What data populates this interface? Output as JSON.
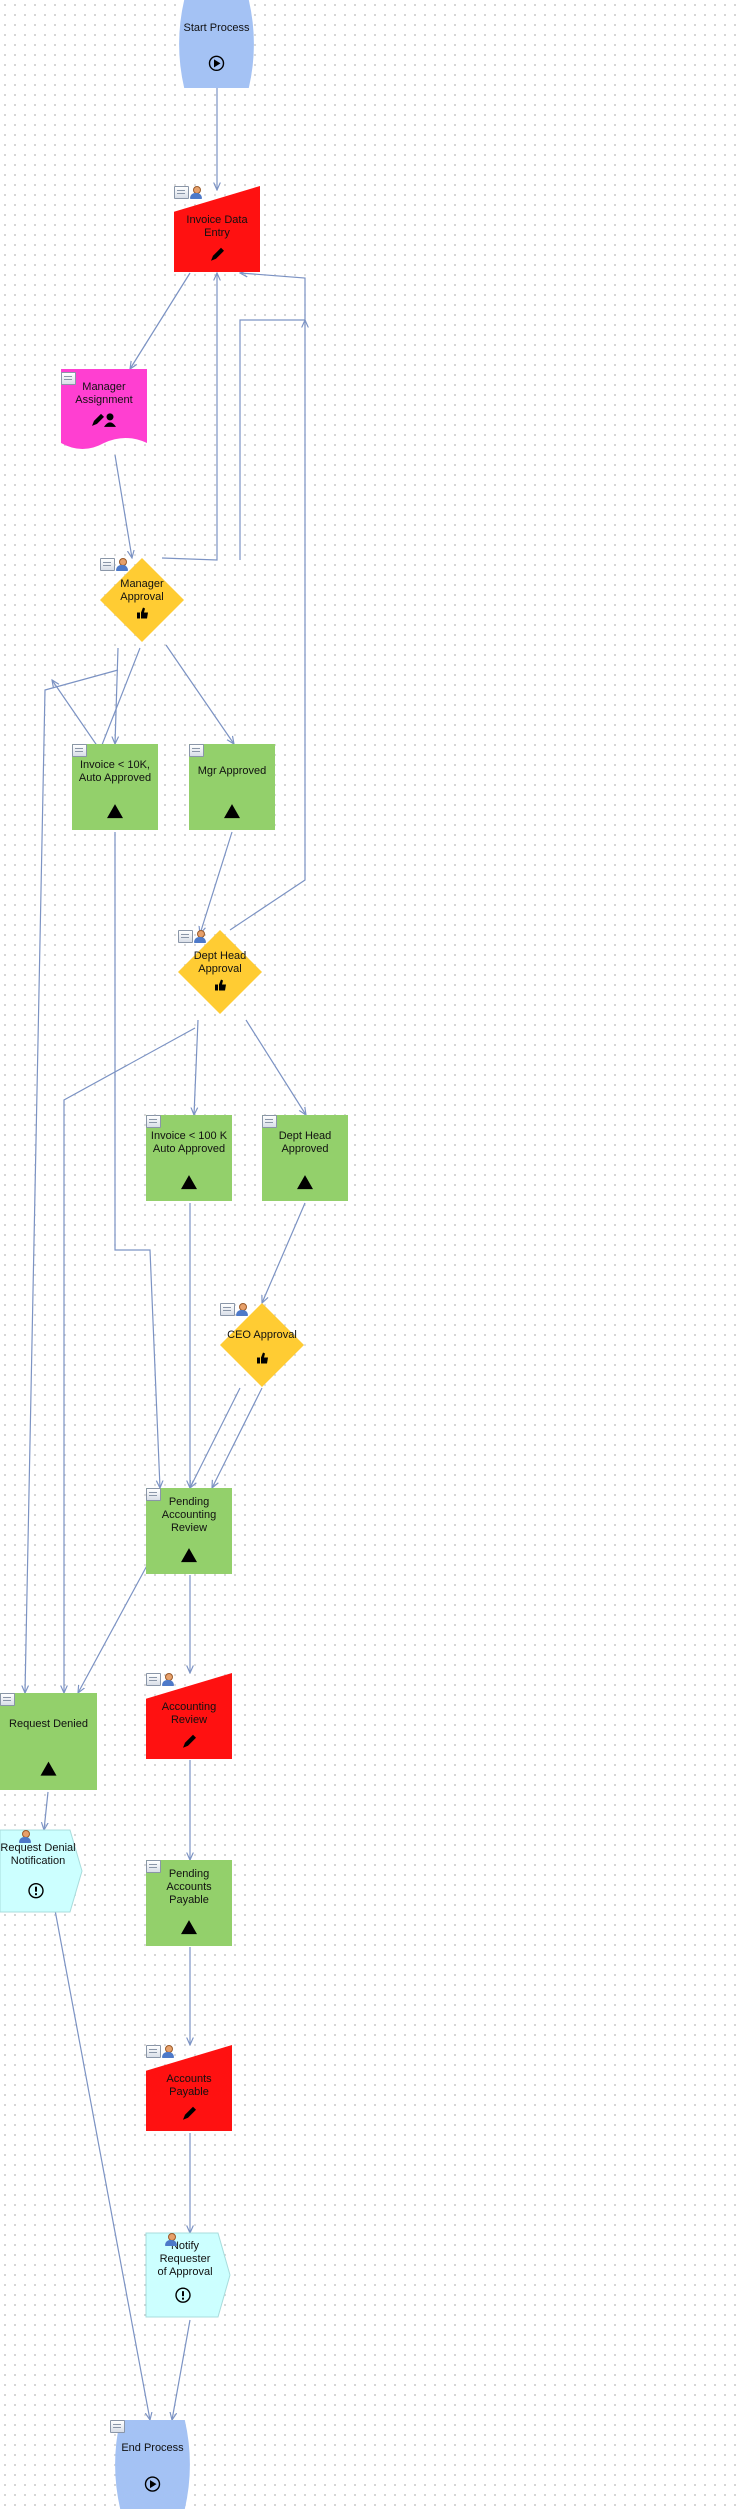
{
  "diagram": {
    "nodes": [
      {
        "id": "start",
        "label": "Start Process",
        "shape": "start",
        "icon": "play-icon"
      },
      {
        "id": "invoice",
        "label": "Invoice Data\nEntry",
        "shape": "manual",
        "icon": "pencil-icon"
      },
      {
        "id": "mgr_assign",
        "label": "Manager\nAssignment",
        "shape": "document",
        "icon": "edit-user-icon"
      },
      {
        "id": "mgr_approval",
        "label": "Manager\nApproval",
        "shape": "decision",
        "icon": "thumbs-up-icon"
      },
      {
        "id": "auto10k",
        "label": "Invoice < 10K,\nAuto Approved",
        "shape": "state",
        "icon": "triangle-icon"
      },
      {
        "id": "mgr_approved",
        "label": "Mgr Approved",
        "shape": "state",
        "icon": "triangle-icon"
      },
      {
        "id": "dept_approval",
        "label": "Dept Head\nApproval",
        "shape": "decision",
        "icon": "thumbs-up-icon"
      },
      {
        "id": "auto100k",
        "label": "Invoice < 100 K\nAuto Approved",
        "shape": "state",
        "icon": "triangle-icon"
      },
      {
        "id": "dept_approved",
        "label": "Dept Head\nApproved",
        "shape": "state",
        "icon": "triangle-icon"
      },
      {
        "id": "ceo",
        "label": "CEO Approval",
        "shape": "decision",
        "icon": "thumbs-up-icon"
      },
      {
        "id": "pending_acct",
        "label": "Pending\nAccounting\nReview",
        "shape": "state",
        "icon": "triangle-icon"
      },
      {
        "id": "denied",
        "label": "Request Denied",
        "shape": "state",
        "icon": "triangle-icon"
      },
      {
        "id": "acct_review",
        "label": "Accounting\nReview",
        "shape": "manual",
        "icon": "pencil-icon"
      },
      {
        "id": "denial_notif",
        "label": "Request Denial\nNotification",
        "shape": "notify",
        "icon": "alert-icon"
      },
      {
        "id": "pending_ap",
        "label": "Pending\nAccounts\nPayable",
        "shape": "state",
        "icon": "triangle-icon"
      },
      {
        "id": "ap",
        "label": "Accounts\nPayable",
        "shape": "manual",
        "icon": "pencil-icon"
      },
      {
        "id": "notify_req",
        "label": "Notify Requester\nof Approval",
        "shape": "notify",
        "icon": "alert-icon"
      },
      {
        "id": "end",
        "label": "End Process",
        "shape": "start",
        "icon": "play-icon"
      }
    ],
    "colors": {
      "start": "#a4c2f4",
      "manual": "#ff1111",
      "document": "#ff3fd1",
      "decision": "#ffcc33",
      "state": "#93d06b",
      "notify": "#ccffff",
      "edge": "#7c93c4",
      "grid": "#c9c9c9"
    }
  }
}
